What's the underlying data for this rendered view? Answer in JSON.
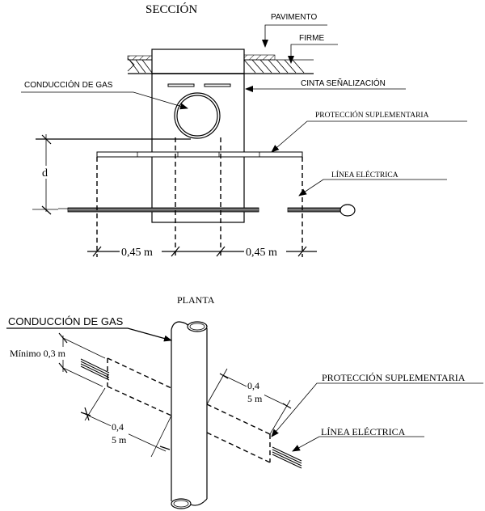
{
  "section": {
    "title": "SECCIÓN",
    "labels": {
      "pavimento": "PAVIMENTO",
      "firme": "FIRME",
      "gas_pipe": "CONDUCCIÓN DE GAS",
      "warning_tape": "CINTA SEÑALIZACIÓN",
      "protection": "PROTECCIÓN SUPLEMENTARIA",
      "power_line": "LÍNEA ELÉCTRICA",
      "depth_dim": "d"
    },
    "dimensions": {
      "left_offset": "0,45 m",
      "right_offset": "0,45 m"
    }
  },
  "plan": {
    "title": "PLANTA",
    "labels": {
      "gas_pipe": "CONDUCCIÓN DE GAS",
      "minimum": "Mínimo  0,3 m",
      "protection": "PROTECCIÓN SUPLEMENTARIA",
      "power_line": "LÍNEA ELÉCTRICA"
    },
    "dimensions": {
      "left_line1": "0,4",
      "left_line2": "5  m",
      "right_line1": "0,4",
      "right_line2": "5  m"
    }
  }
}
